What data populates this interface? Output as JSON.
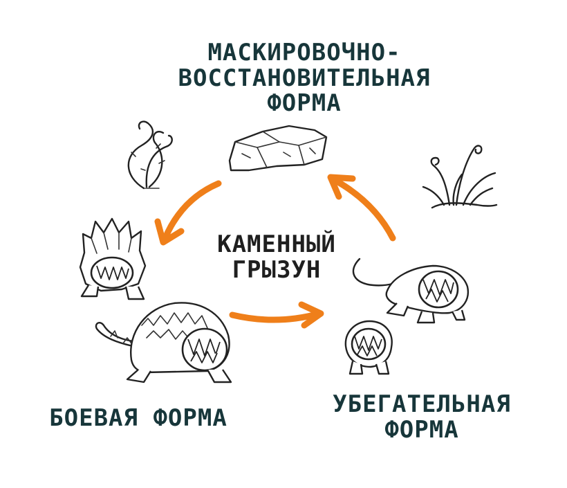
{
  "diagram": {
    "center_label": [
      "КАМЕННЫЙ",
      "ГРЫЗУН"
    ],
    "forms": {
      "disguise": [
        "МАСКИРОВОЧНО-",
        "ВОССТАНОВИТЕЛЬНАЯ",
        "ФОРМА"
      ],
      "combat": [
        "БОЕВАЯ ФОРМА"
      ],
      "escape": [
        "УБЕГАТЕЛЬНАЯ",
        "ФОРМА"
      ]
    },
    "colors": {
      "arrow": "#ef7f1a",
      "form_text": "#17363a",
      "center_text": "#1f1f1f",
      "ink": "#222222"
    },
    "icons": [
      "rock-icon",
      "thorny-vine-icon",
      "grass-tuft-icon",
      "spiky-rodent-icon",
      "armored-rodent-icon",
      "lizard-rodent-icon",
      "small-rodent-icon"
    ]
  }
}
